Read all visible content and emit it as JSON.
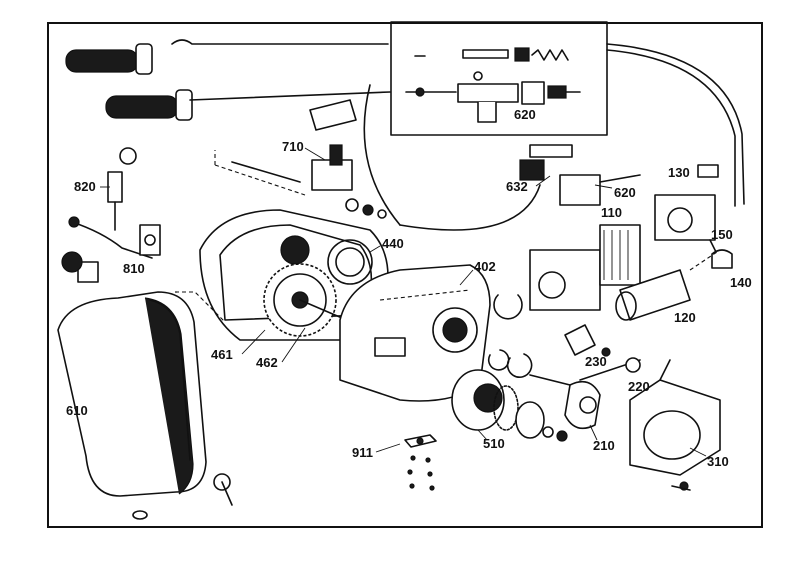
{
  "diagram": {
    "part_labels": {
      "p620a": "620",
      "p710": "710",
      "p820": "820",
      "p810": "810",
      "p440": "440",
      "p402": "402",
      "p632": "632",
      "p620b": "620",
      "p130": "130",
      "p110": "110",
      "p150": "150",
      "p140": "140",
      "p120": "120",
      "p230": "230",
      "p220": "220",
      "p461": "461",
      "p462": "462",
      "p610": "610",
      "p911": "911",
      "p510": "510",
      "p210": "210",
      "p310": "310"
    }
  }
}
